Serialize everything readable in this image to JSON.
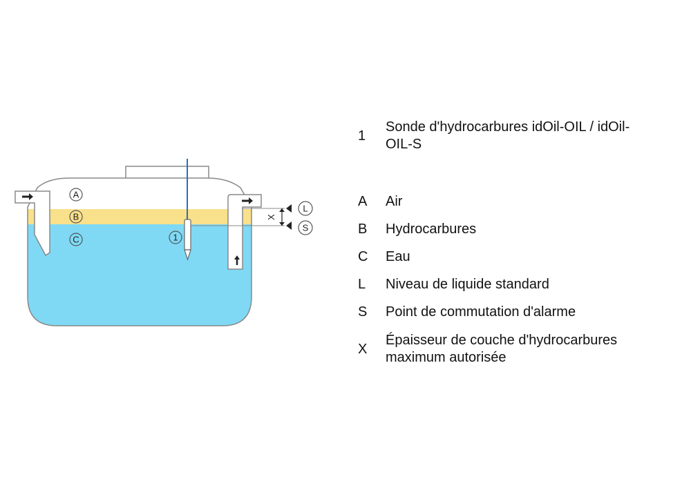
{
  "diagram": {
    "probe_number": "1",
    "layer_labels": [
      "A",
      "B",
      "C"
    ],
    "level_labels": [
      "L",
      "S"
    ],
    "thickness_label": "X",
    "colors": {
      "water": "#7fd9f5",
      "hydrocarbon": "#f9e08a",
      "tank_fill": "#ffffff",
      "outline": "#888888",
      "probe_cable": "#2a6fb6"
    }
  },
  "legend": [
    {
      "key": "1",
      "text": "Sonde d'hydrocarbures idOil-OIL / idOil-OIL-S",
      "line1": "Sonde d'hydrocarbures idOil-OIL / idOil-",
      "line2": "OIL-S"
    },
    {
      "key": "A",
      "text": "Air"
    },
    {
      "key": "B",
      "text": "Hydrocarbures"
    },
    {
      "key": "C",
      "text": "Eau"
    },
    {
      "key": "L",
      "text": "Niveau de liquide standard"
    },
    {
      "key": "S",
      "text": "Point de commutation d'alarme"
    },
    {
      "key": "X",
      "text": "Épaisseur de couche d'hydrocarbures maximum autorisée",
      "line1": "Épaisseur de couche d'hydrocarbures",
      "line2": "maximum autorisée"
    }
  ]
}
